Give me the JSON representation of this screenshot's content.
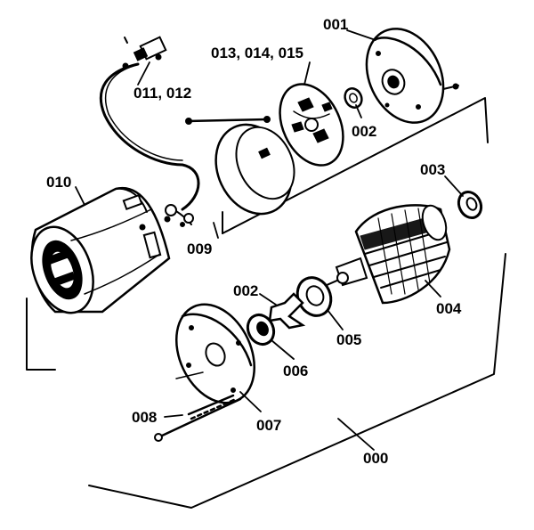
{
  "diagram": {
    "labels": {
      "p000": "000",
      "p001": "001",
      "p002a": "002",
      "p002b": "002",
      "p003": "003",
      "p004": "004",
      "p005": "005",
      "p006": "006",
      "p007": "007",
      "p008": "008",
      "p009": "009",
      "p010": "010",
      "p011": "011, 012",
      "p013": "013, 014, 015"
    },
    "colors": {
      "ink": "#000000",
      "paper": "#ffffff"
    }
  }
}
